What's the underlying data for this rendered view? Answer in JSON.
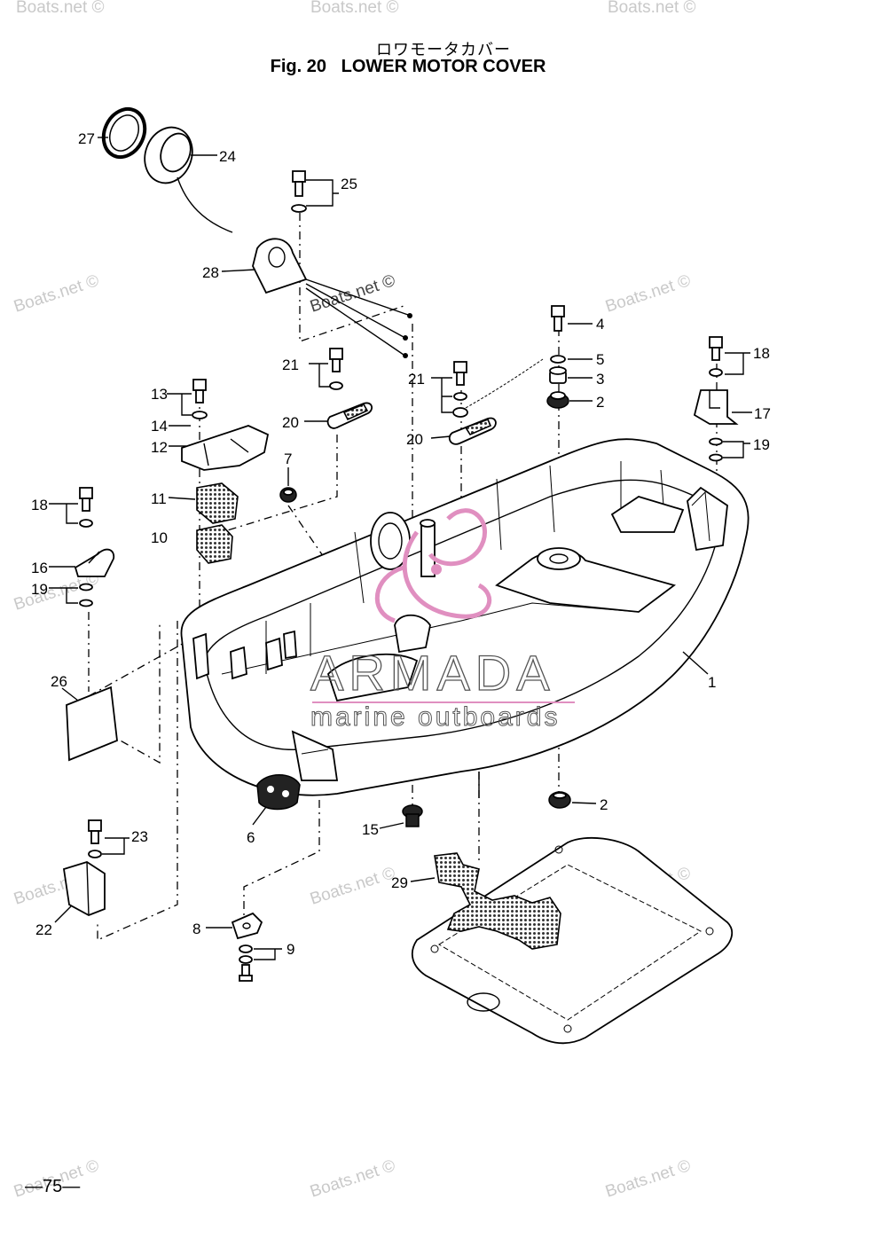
{
  "title_jp": "ロワモータカバー",
  "figure_label": "Fig. 20",
  "title_en": "LOWER MOTOR COVER",
  "page_number": "—75—",
  "watermark_text": "Boats.net ©",
  "logo_text": "ARMADA",
  "logo_subtext": "marine outboards",
  "logo_color": "#e08fc0",
  "callouts": [
    "1",
    "2",
    "2",
    "3",
    "4",
    "5",
    "6",
    "7",
    "8",
    "9",
    "10",
    "11",
    "12",
    "13",
    "14",
    "15",
    "16",
    "17",
    "18",
    "18",
    "19",
    "19",
    "20",
    "20",
    "21",
    "21",
    "22",
    "23",
    "24",
    "25",
    "26",
    "27",
    "28",
    "29"
  ]
}
